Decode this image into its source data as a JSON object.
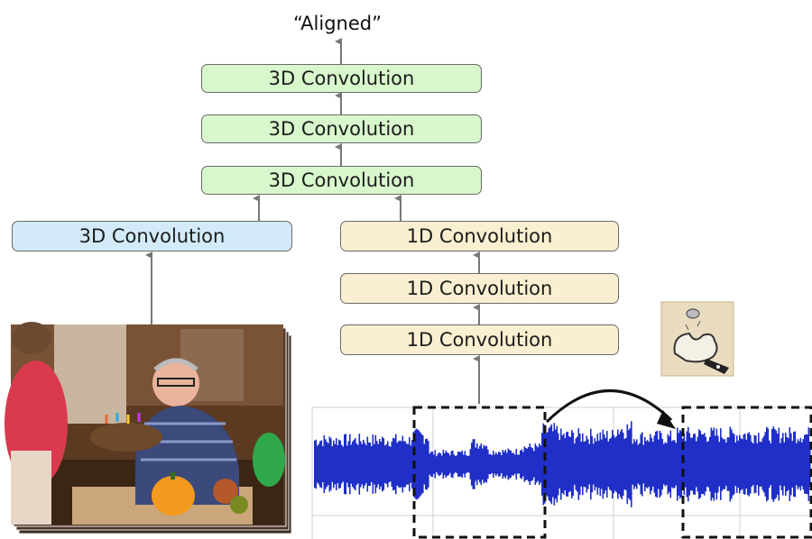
{
  "output_label": "“Aligned”",
  "fusion_stack": [
    "3D Convolution",
    "3D Convolution",
    "3D Convolution"
  ],
  "video_branch": {
    "layer": "3D Convolution"
  },
  "audio_branch": {
    "layers": [
      "1D Convolution",
      "1D Convolution",
      "1D Convolution"
    ]
  },
  "colors": {
    "fusion": "#d8f7cc",
    "video": "#d3ebf9",
    "audio": "#faefd0",
    "waveform": "#1f2fc7"
  },
  "icons": [
    "coin-flip-hand-icon",
    "video-frames-photo",
    "audio-waveform",
    "shift-arrow-icon"
  ]
}
